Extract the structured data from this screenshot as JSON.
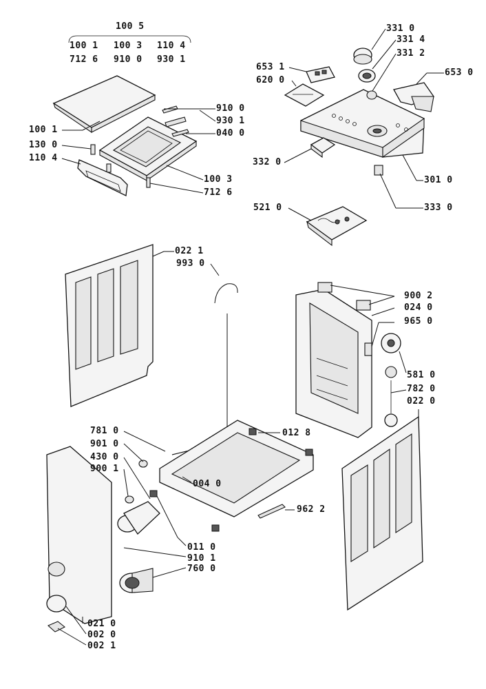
{
  "diagram": {
    "group_header": {
      "top": "100 5",
      "row1": [
        "100 1",
        "100 3",
        "110 4"
      ],
      "row2": [
        "712 6",
        "910 0",
        "930 1"
      ]
    },
    "callouts": {
      "p100_1": "100 1",
      "p130_0": "130 0",
      "p110_4": "110 4",
      "p910_0": "910 0",
      "p930_1": "930 1",
      "p040_0": "040 0",
      "p100_3": "100 3",
      "p712_6": "712 6",
      "p331_0": "331 0",
      "p331_4": "331 4",
      "p331_2": "331 2",
      "p653_1": "653 1",
      "p620_0": "620 0",
      "p653_0": "653 0",
      "p332_0": "332 0",
      "p301_0": "301 0",
      "p333_0": "333 0",
      "p521_0": "521 0",
      "p022_1": "022 1",
      "p993_0": "993 0",
      "p900_2": "900 2",
      "p024_0": "024 0",
      "p965_0": "965 0",
      "p581_0": "581 0",
      "p782_0": "782 0",
      "p022_0": "022 0",
      "p781_0": "781 0",
      "p901_0": "901 0",
      "p430_0": "430 0",
      "p900_1": "900 1",
      "p012_8": "012 8",
      "p004_0": "004 0",
      "p962_2": "962 2",
      "p011_0": "011 0",
      "p910_1": "910 1",
      "p760_0": "760 0",
      "p021_0": "021 0",
      "p002_0": "002 0",
      "p002_1": "002 1"
    }
  }
}
